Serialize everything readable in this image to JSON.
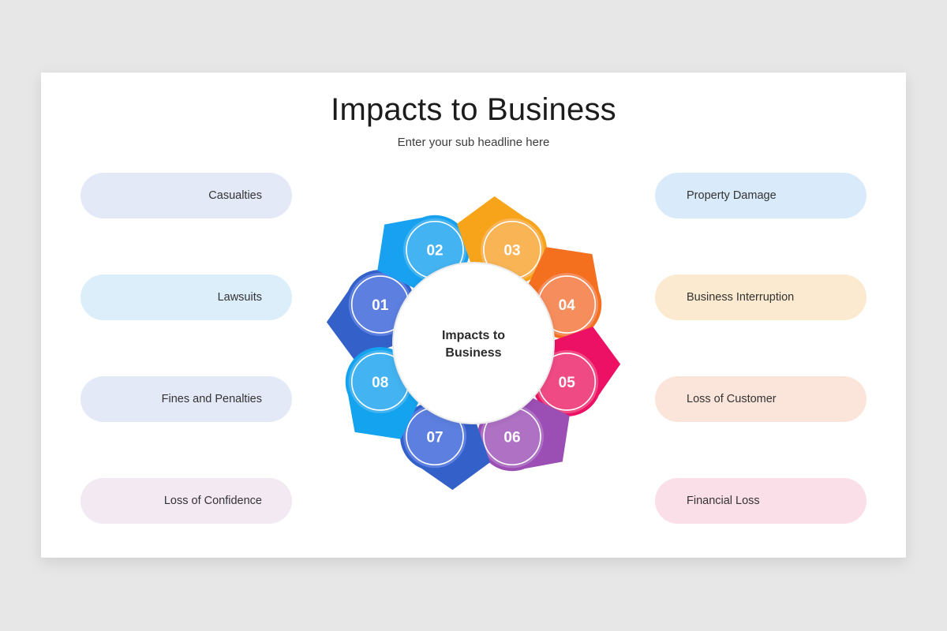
{
  "slide": {
    "title": "Impacts to Business",
    "subtitle": "Enter your sub headline here",
    "background_color": "#e7e7e8",
    "card_color": "#ffffff"
  },
  "center": {
    "line1": "Impacts to",
    "line2": "Business",
    "fill": "#ffffff",
    "border_color": "#e8e8e8"
  },
  "wheel": {
    "segments": [
      {
        "number": "01",
        "label": "Casualties",
        "side": "left",
        "tail_color": "#3461c9",
        "circle_color": "#5c7fe0"
      },
      {
        "number": "02",
        "label": "Property Damage",
        "side": "right",
        "tail_color": "#17a1f0",
        "circle_color": "#43b3f1"
      },
      {
        "number": "03",
        "label": "Business Interruption",
        "side": "right",
        "tail_color": "#f7a41a",
        "circle_color": "#f8b455"
      },
      {
        "number": "04",
        "label": "Loss of Customer",
        "side": "right",
        "tail_color": "#f4701f",
        "circle_color": "#f68d5d"
      },
      {
        "number": "05",
        "label": "Financial Loss",
        "side": "right",
        "tail_color": "#ec1164",
        "circle_color": "#f04a84"
      },
      {
        "number": "06",
        "label": "Loss of Confidence",
        "side": "left",
        "tail_color": "#9b4fb5",
        "circle_color": "#af71c4"
      },
      {
        "number": "07",
        "label": "Fines and Penalties",
        "side": "left",
        "tail_color": "#3461c9",
        "circle_color": "#5c7fe0"
      },
      {
        "number": "08",
        "label": "Lawsuits",
        "side": "left",
        "tail_color": "#14a4ef",
        "circle_color": "#43b3f1"
      }
    ]
  },
  "labels": {
    "left": [
      {
        "text": "Casualties",
        "bg": "#e4e9f8"
      },
      {
        "text": "Lawsuits",
        "bg": "#ddeefb"
      },
      {
        "text": "Fines and Penalties",
        "bg": "#e4e9f8"
      },
      {
        "text": "Loss of Confidence",
        "bg": "#f3e9f3"
      }
    ],
    "right": [
      {
        "text": "Property Damage",
        "bg": "#d9ebfa"
      },
      {
        "text": "Business Interruption",
        "bg": "#fbeacf"
      },
      {
        "text": "Loss of Customer",
        "bg": "#fbe5da"
      },
      {
        "text": "Financial Loss",
        "bg": "#fbdfe8"
      }
    ]
  }
}
